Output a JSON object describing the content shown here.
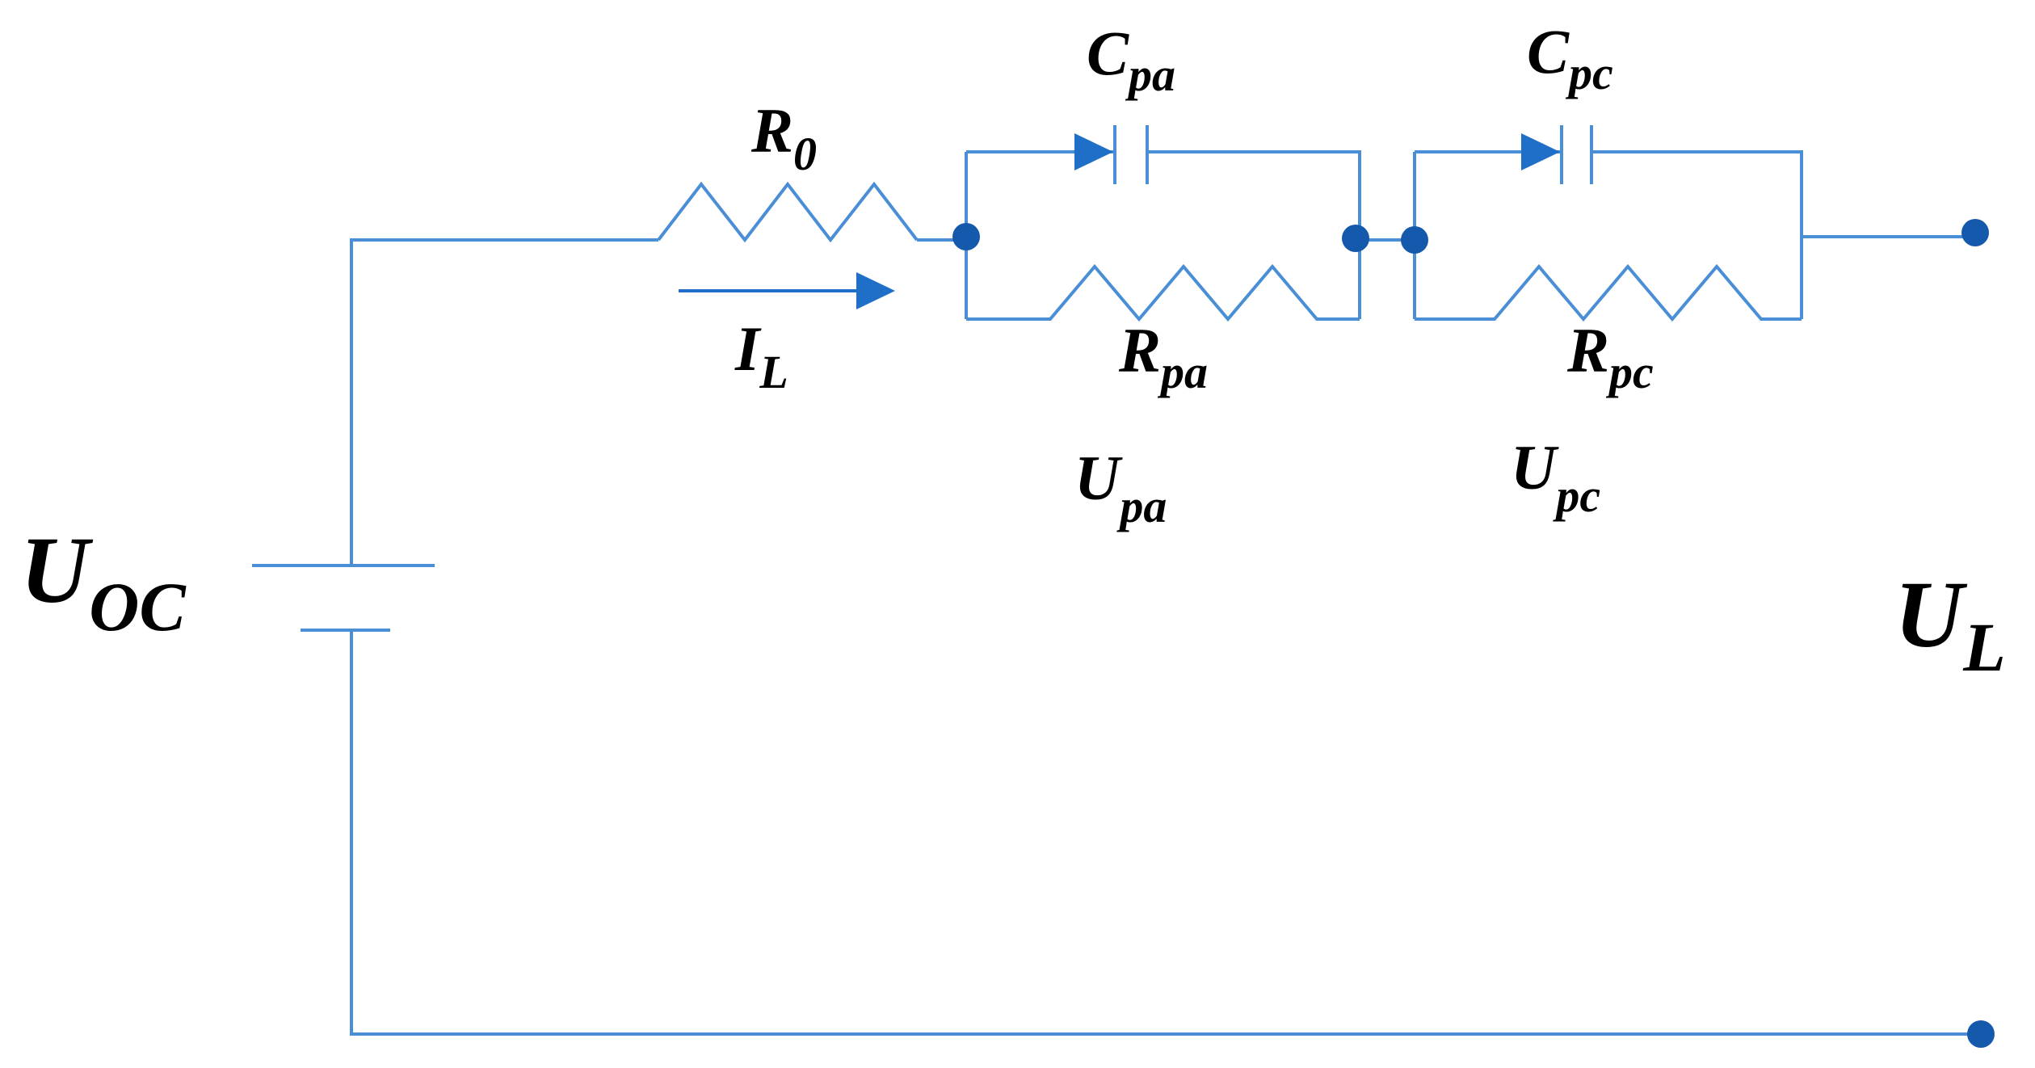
{
  "labels": {
    "source": {
      "main": "U",
      "sub": "OC"
    },
    "output": {
      "main": "U",
      "sub": "L"
    },
    "r0": {
      "main": "R",
      "sub": "0"
    },
    "current": {
      "main": "I",
      "sub": "L"
    },
    "cpa": {
      "main": "C",
      "sub": "pa"
    },
    "rpa": {
      "main": "R",
      "sub": "pa"
    },
    "upa": {
      "main": "U",
      "sub": "pa"
    },
    "cpc": {
      "main": "C",
      "sub": "pc"
    },
    "rpc": {
      "main": "R",
      "sub": "pc"
    },
    "upc": {
      "main": "U",
      "sub": "pc"
    }
  },
  "colors": {
    "wire": "#4a8fd6",
    "accent": "#1f6fc9",
    "node": "#1559ad",
    "text": "#000000"
  }
}
